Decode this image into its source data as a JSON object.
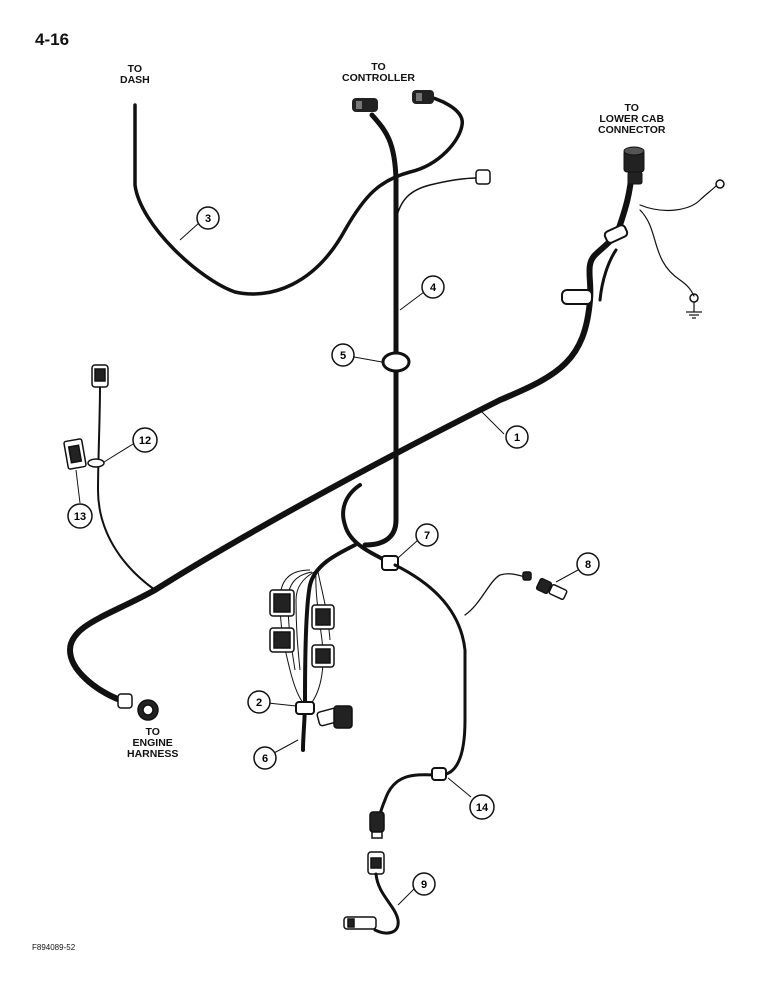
{
  "page": {
    "number": "4-16",
    "figure_id": "F894089-52"
  },
  "labels": {
    "to_dash": "TO\nDASH",
    "to_controller": "TO\nCONTROLLER",
    "to_lower_cab": "TO\nLOWER CAB\nCONNECTOR",
    "to_engine": "TO\nENGINE\nHARNESS"
  },
  "callouts": [
    "1",
    "2",
    "3",
    "4",
    "5",
    "6",
    "7",
    "8",
    "9",
    "12",
    "13",
    "14"
  ]
}
